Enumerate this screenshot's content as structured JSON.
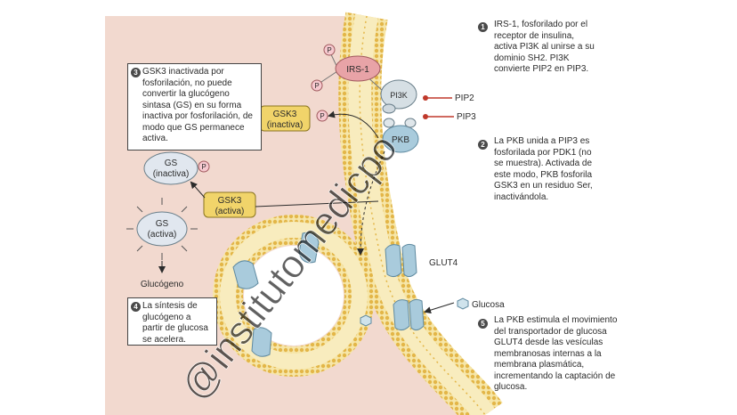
{
  "steps": {
    "s1": {
      "number": "1",
      "text": "IRS-1, fosforilado por el receptor de insulina, activa PI3K al unirse a su dominio SH2. PI3K convierte PIP2 en PIP3."
    },
    "s2": {
      "number": "2",
      "text": "La PKB unida a PIP3 es fosforilada por PDK1 (no se muestra). Activada de este modo, PKB fosforila GSK3 en un residuo Ser, inactivándola."
    },
    "s3": {
      "number": "3",
      "text": "GSK3 inactivada por fosforilación, no puede convertir la glucógeno sintasa (GS) en su forma inactiva por fosforilación, de modo que GS permanece activa."
    },
    "s4": {
      "number": "4",
      "text": "La síntesis de glucógeno a partir de glucosa se acelera."
    },
    "s5": {
      "number": "5",
      "text": "La PKB estimula el movimiento del transportador de glucosa GLUT4 desde las vesículas membranosas internas a la membrana plasmática, incrementando la captación de glucosa."
    }
  },
  "labels": {
    "irs1": "IRS-1",
    "pi3k": "PI3K",
    "pkb": "PKB",
    "p": "P",
    "pip2": "PIP2",
    "pip3": "PIP3",
    "gsk3_inactiva_1": "GSK3",
    "gsk3_inactiva_2": "(inactiva)",
    "gsk3_activa_1": "GSK3",
    "gsk3_activa_2": "(activa)",
    "gs_inactiva_1": "GS",
    "gs_inactiva_2": "(inactiva)",
    "gs_activa_1": "GS",
    "gs_activa_2": "(activa)",
    "glucogeno": "Glucógeno",
    "glut4": "GLUT4",
    "glucosa": "Glucosa"
  },
  "watermark": "@institutomedicpo",
  "colors": {
    "cytoplasm": "#f2d9cf",
    "membrane_head": "#e9c25a",
    "membrane_core": "#f6e6a8",
    "protein_blue": "#a9cbdc",
    "gsk3_yellow": "#f1d46a",
    "phosphate_pink": "#f6c9cf",
    "irs_pink": "#e8a3a7",
    "arrow_red": "#c0392b"
  }
}
